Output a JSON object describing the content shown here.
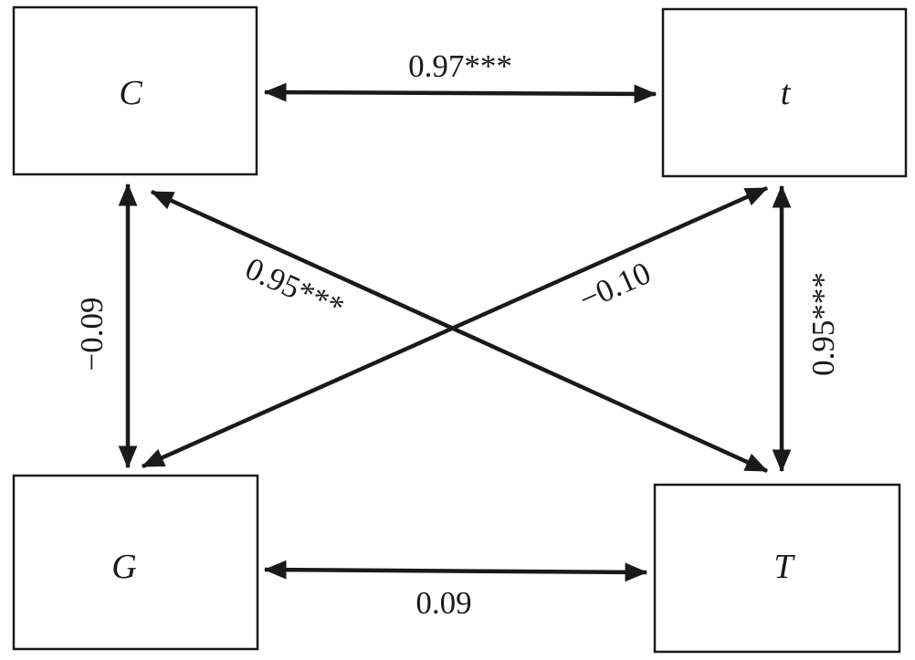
{
  "nodes": {
    "C": "C",
    "t": "t",
    "G": "G",
    "T": "T"
  },
  "edges": {
    "C_t": "0.97***",
    "C_G": "−0.09",
    "C_T": "0.95***",
    "t_G": "−0.10",
    "t_T": "0.95***",
    "G_T": "0.09"
  },
  "colors": {
    "stroke": "#1a1a1a",
    "background": "#ffffff"
  }
}
